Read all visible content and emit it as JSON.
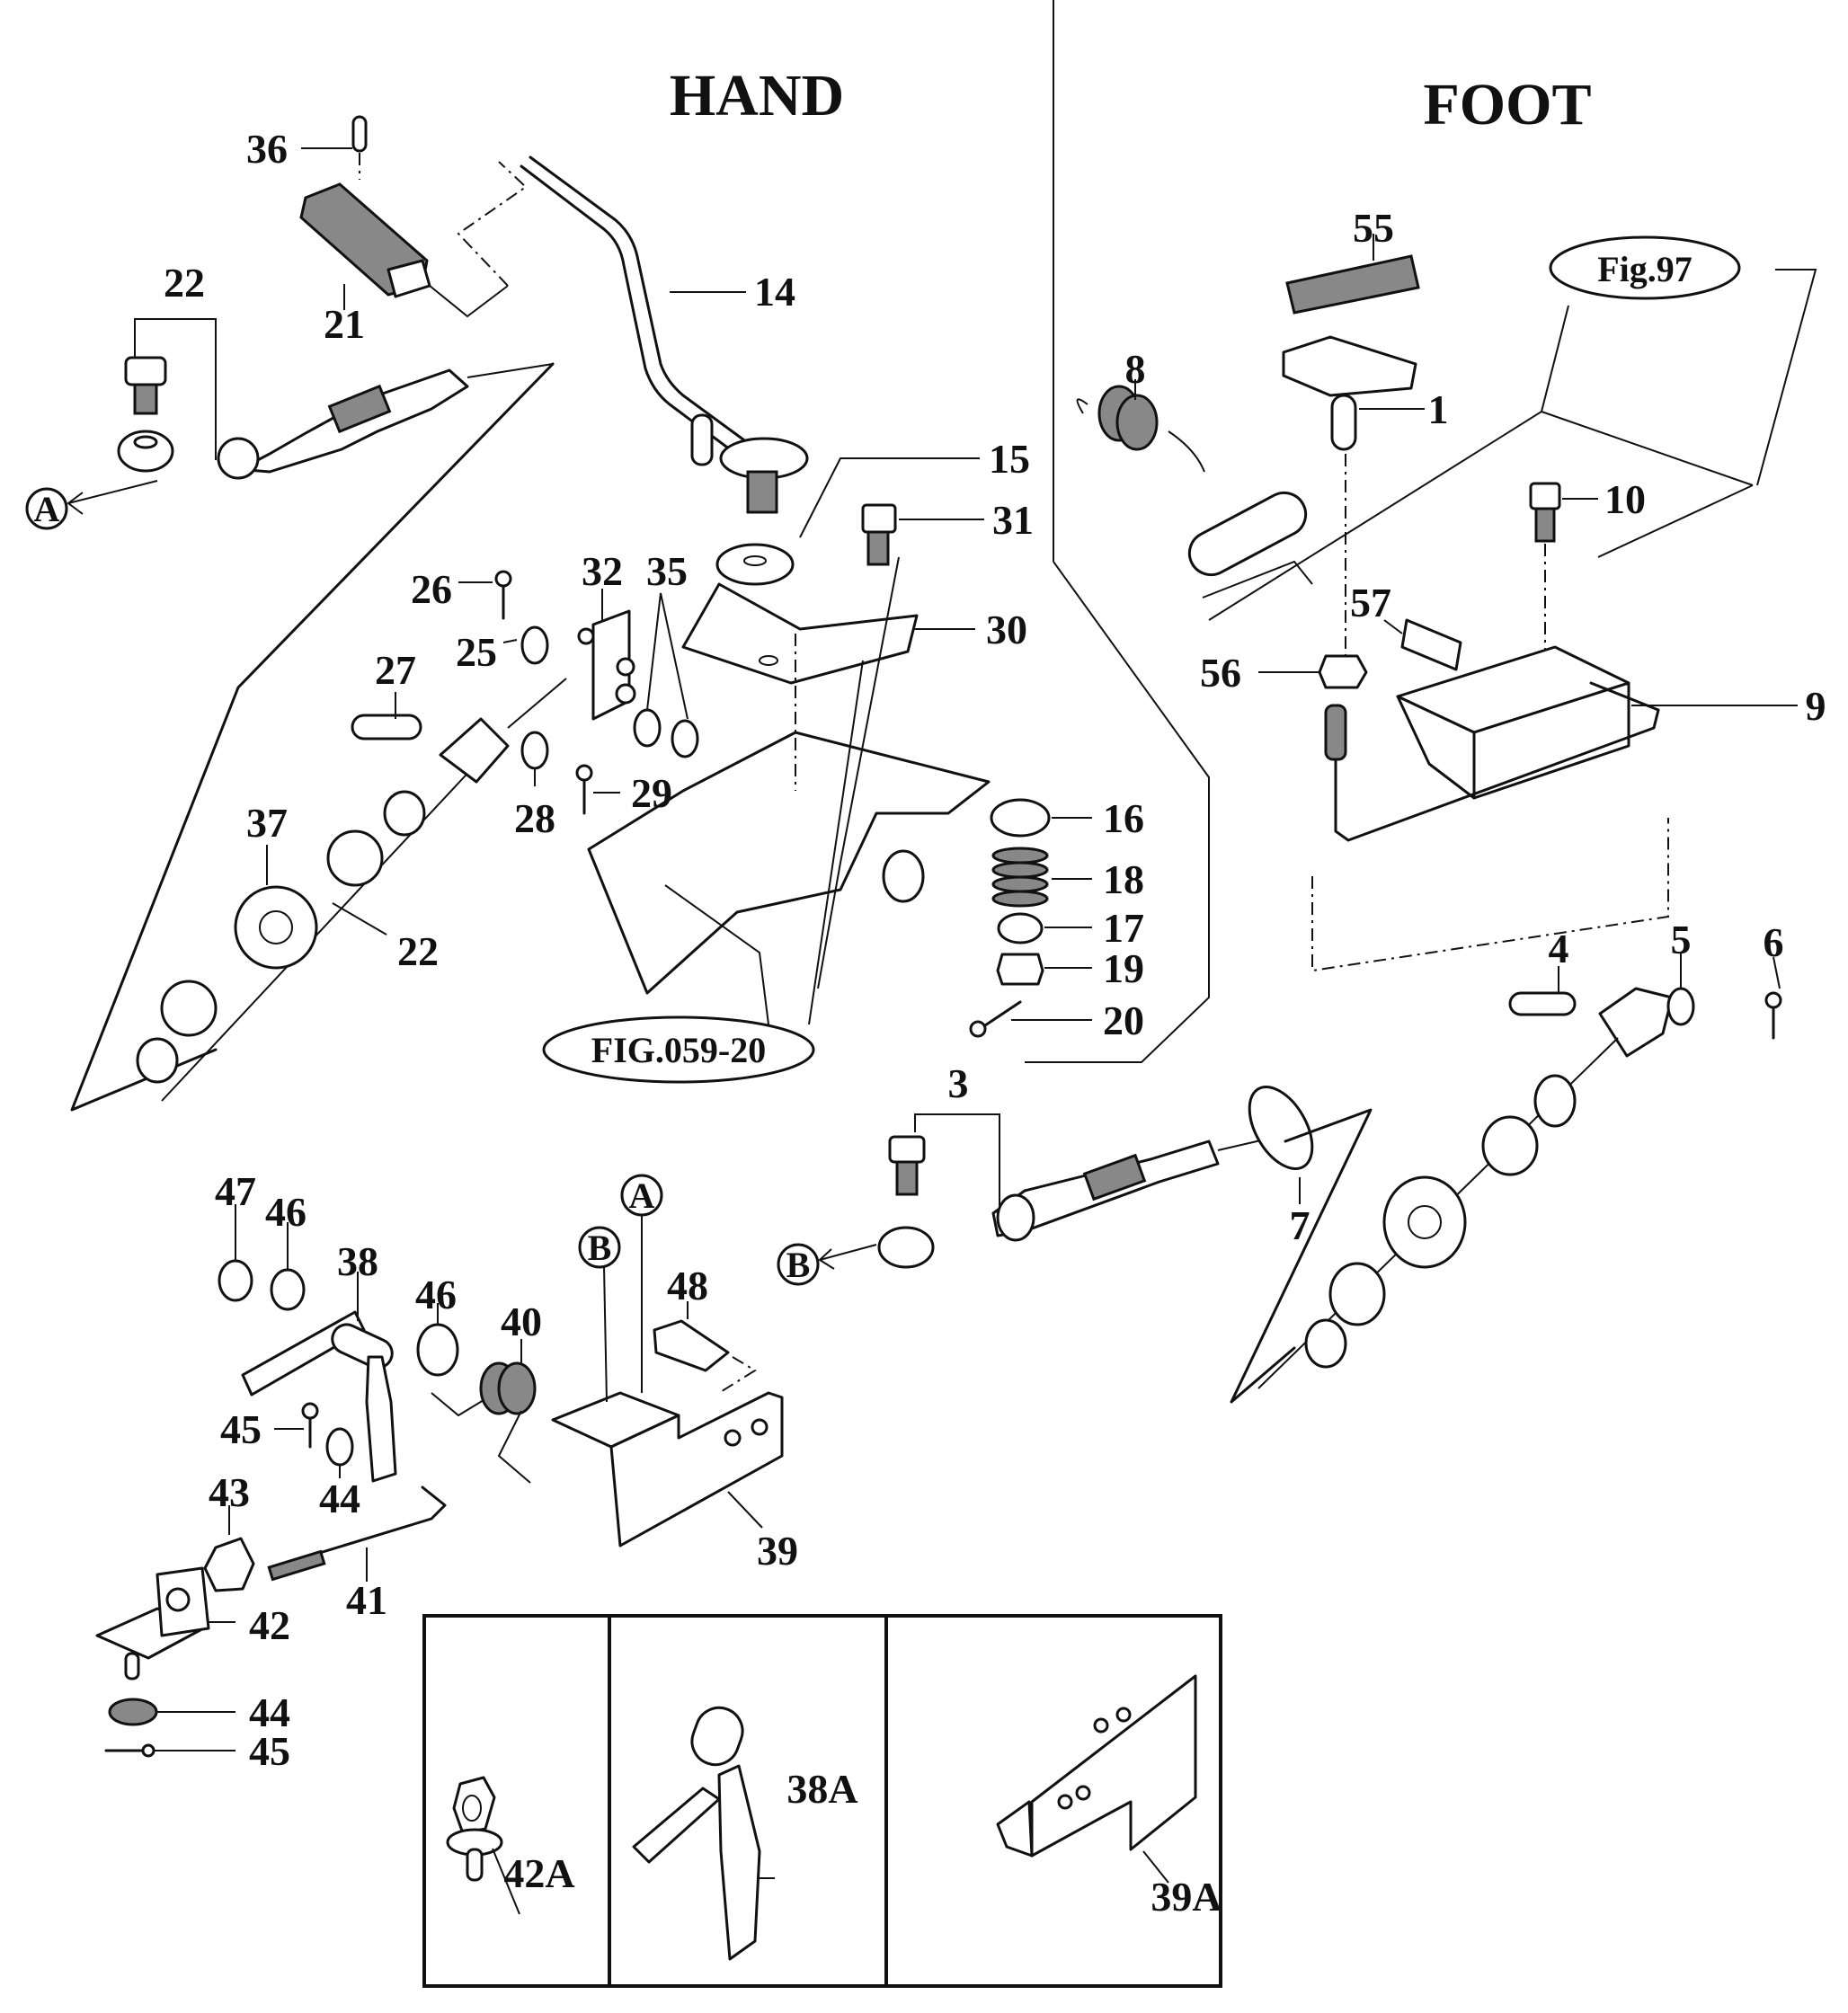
{
  "diagram": {
    "type": "exploded-parts-diagram",
    "sections": {
      "hand": {
        "title": "HAND"
      },
      "foot": {
        "title": "FOOT"
      }
    },
    "references": {
      "hand_figure": "FIG.059-20",
      "foot_figure": "Fig.97"
    },
    "connectors": {
      "a": "A",
      "b": "B"
    },
    "hand_labels": {
      "p36": "36",
      "p21": "21",
      "p22_top": "22",
      "p14": "14",
      "p15": "15",
      "p31": "31",
      "p32": "32",
      "p35": "35",
      "p30": "30",
      "p26": "26",
      "p25": "25",
      "p27": "27",
      "p28": "28",
      "p29": "29",
      "p37": "37",
      "p22_bottom": "22",
      "p16": "16",
      "p18": "18",
      "p17": "17",
      "p19": "19",
      "p20": "20"
    },
    "foot_labels": {
      "p8": "8",
      "p55": "55",
      "p1": "1",
      "p10": "10",
      "p57": "57",
      "p56": "56",
      "p9": "9",
      "p4": "4",
      "p5": "5",
      "p6": "6",
      "p3": "3",
      "p7": "7"
    },
    "linkage_labels": {
      "p47": "47",
      "p46_left": "46",
      "p38": "38",
      "p46_right": "46",
      "p40": "40",
      "p48": "48",
      "p45_mid": "45",
      "p44_mid": "44",
      "p43": "43",
      "p41": "41",
      "p42": "42",
      "p39": "39",
      "p44_bottom": "44",
      "p45_bottom": "45"
    },
    "inset": {
      "panels": [
        {
          "label": "42A"
        },
        {
          "label": "38A"
        },
        {
          "label": "39A"
        }
      ]
    }
  }
}
